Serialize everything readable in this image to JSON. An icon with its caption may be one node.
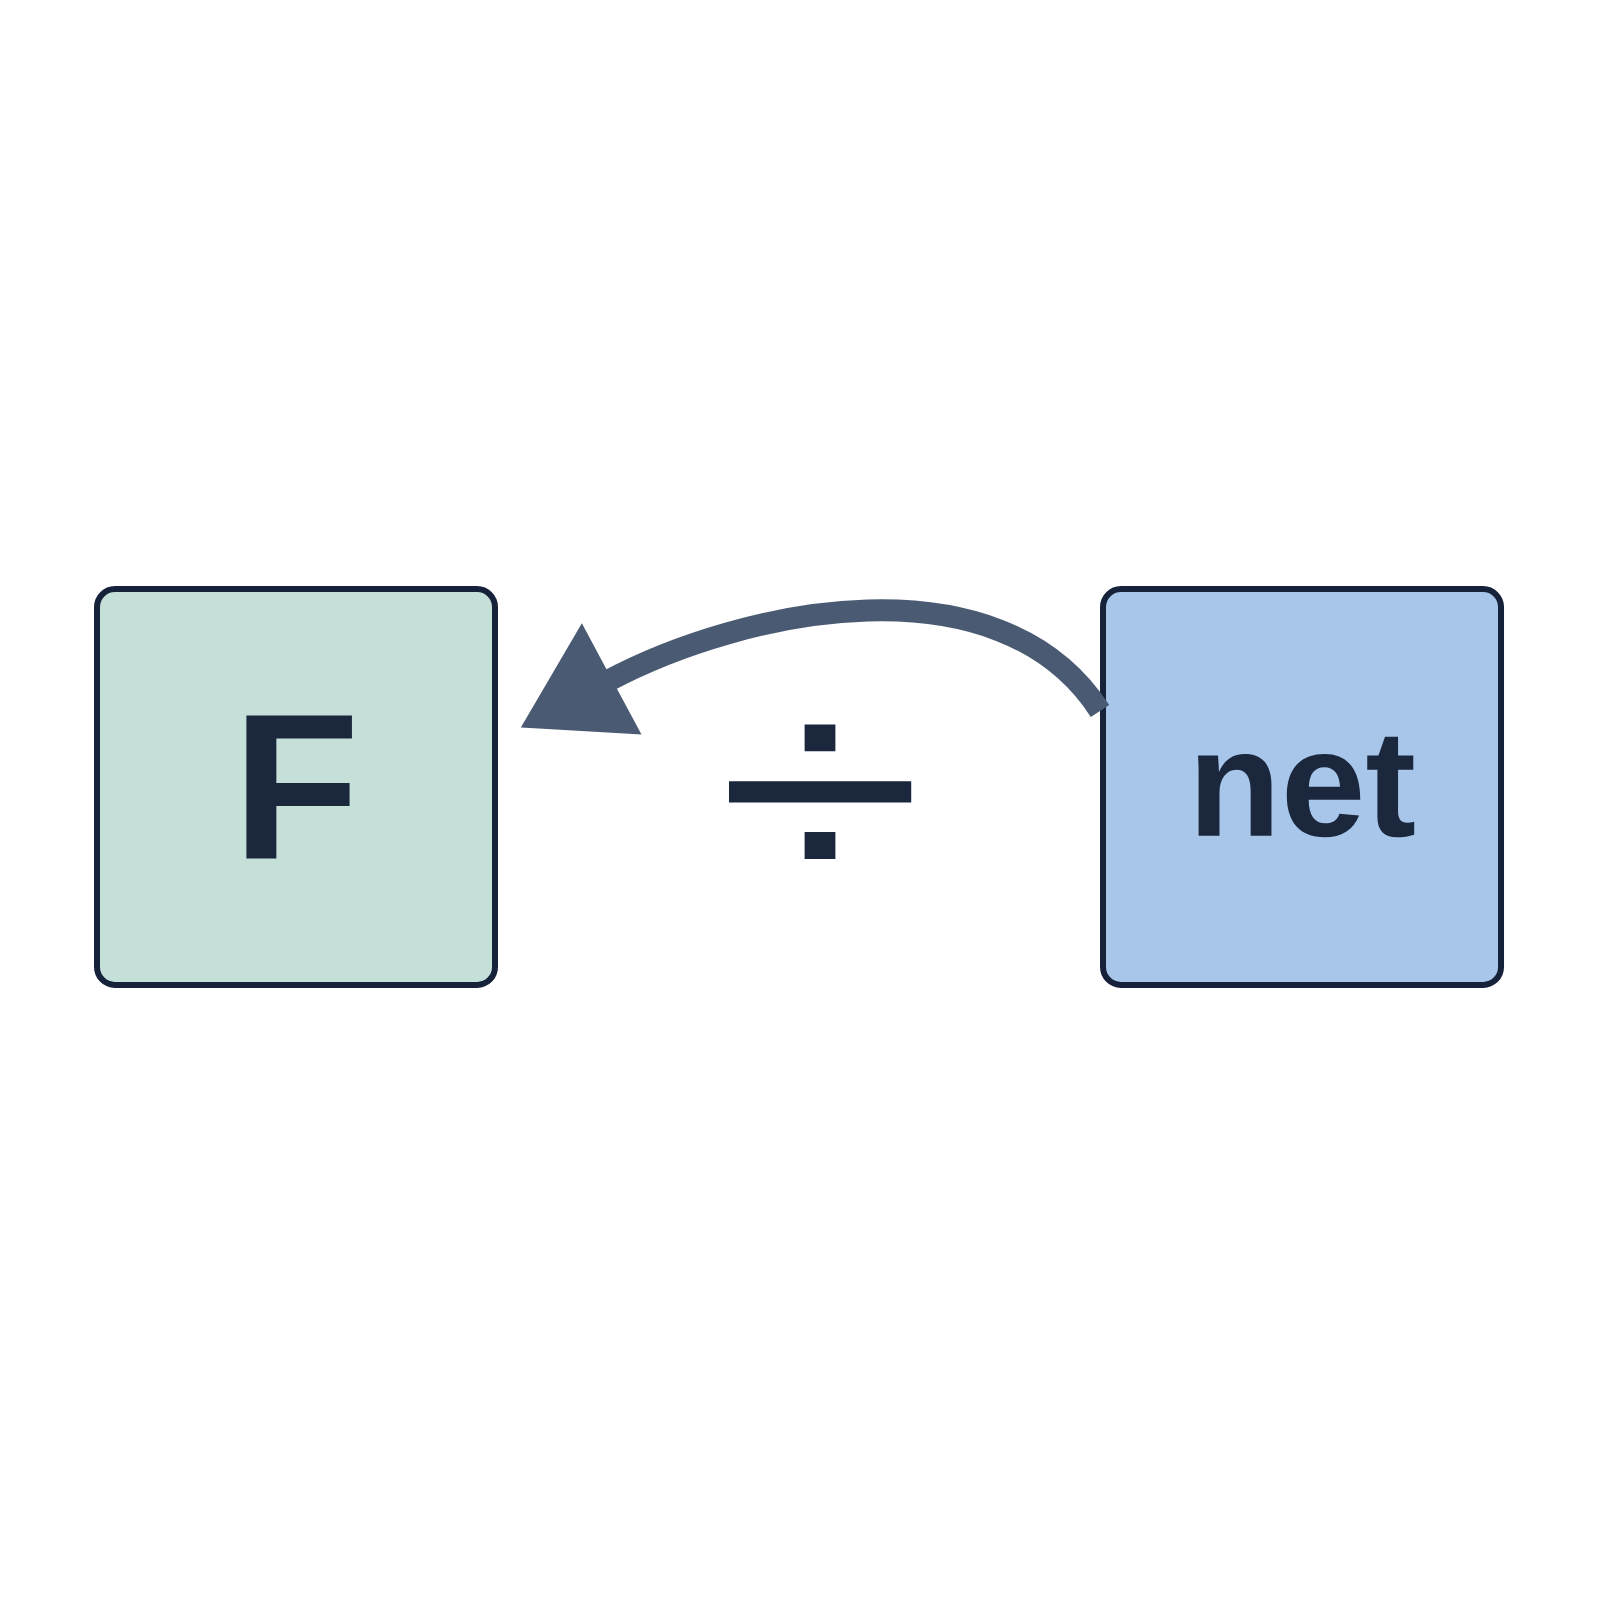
{
  "diagram": {
    "nodes": [
      {
        "text": [
          "F"
        ]
      },
      {
        "text": [
          "net"
        ]
      }
    ],
    "edges": [
      {
        "from": 1,
        "to": 0,
        "arrow": "to"
      }
    ],
    "labels": [
      "÷"
    ]
  }
}
